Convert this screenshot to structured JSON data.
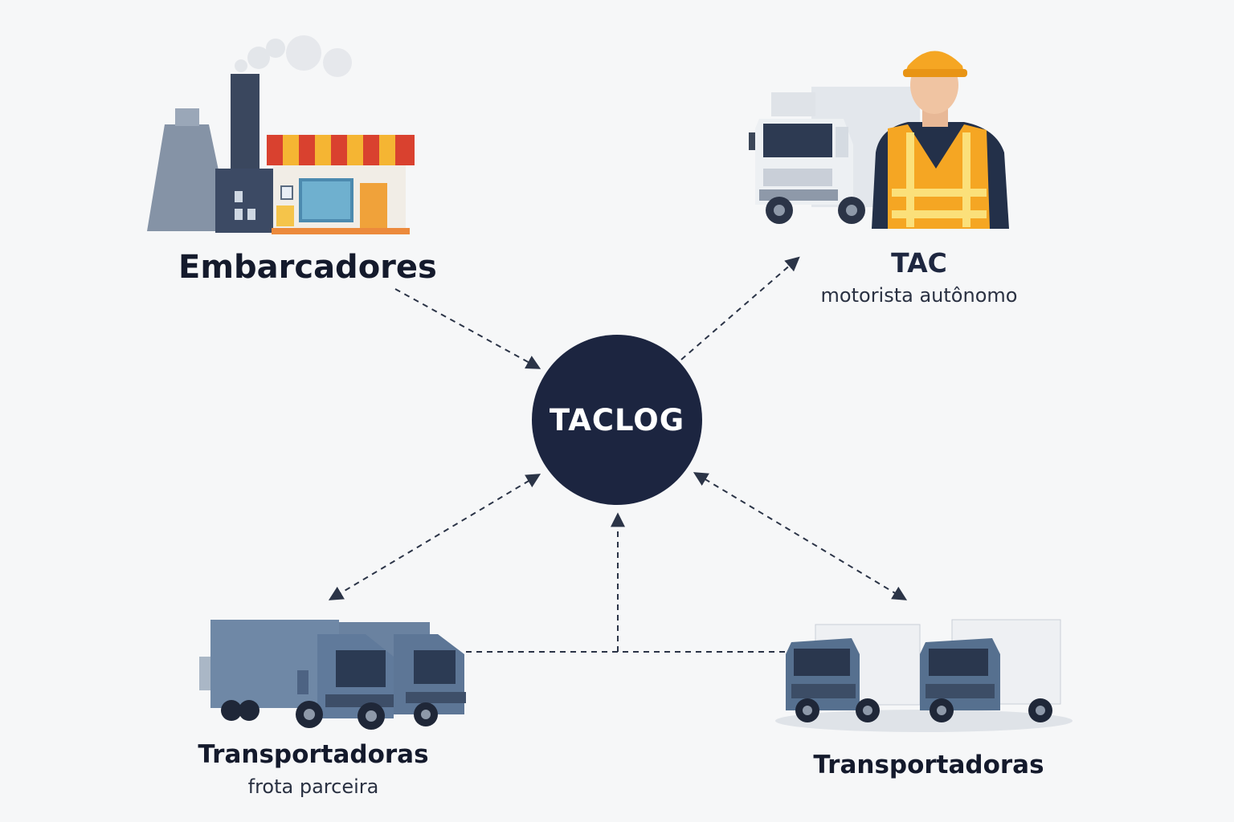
{
  "hub": {
    "label": "TACLOG"
  },
  "nodes": {
    "embarcadores": {
      "title": "Embarcadores"
    },
    "tac": {
      "title": "TAC",
      "subtitle": "motorista autônomo"
    },
    "transportadoras_parceira": {
      "title": "Transportadoras",
      "subtitle": "frota parceira"
    },
    "transportadoras": {
      "title": "Transportadoras"
    }
  },
  "colors": {
    "hub": "#1c2540",
    "background": "#f6f7f8",
    "connector": "#2b3447",
    "truck_blue": "#5b7494",
    "vest_orange": "#f5a623",
    "awning_red": "#d9412f"
  },
  "icons": {
    "embarcadores": "factory-and-store-icon",
    "tac": "truck-driver-icon",
    "transportadoras_parceira": "blue-fleet-trucks-icon",
    "transportadoras": "white-box-trucks-icon"
  }
}
